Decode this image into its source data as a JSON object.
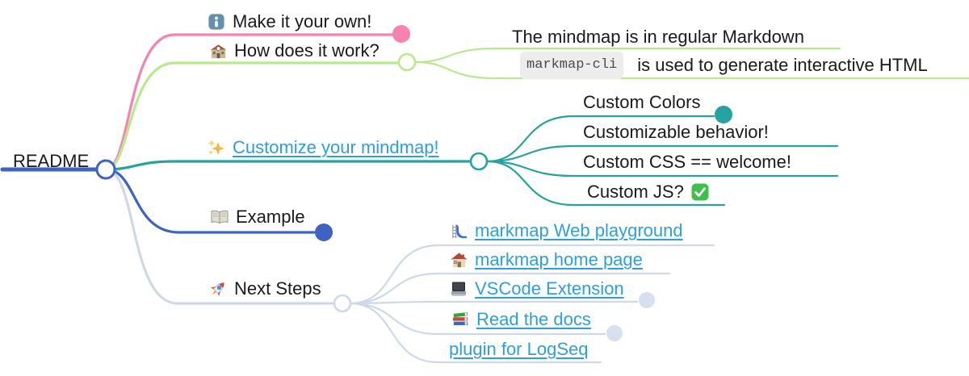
{
  "root": {
    "label": "README"
  },
  "branches": {
    "make_own": {
      "label": "Make it your own!",
      "icon": "info-icon",
      "branch_color": "#f782b0",
      "toggle": "collapsed-dot"
    },
    "how_work": {
      "label": "How does it work?",
      "icon": "school-icon",
      "branch_color": "#b8e98c",
      "toggle": "expanded-ring",
      "children": {
        "markdown": {
          "label": "The mindmap is in regular Markdown"
        },
        "cli": {
          "code": "markmap-cli",
          "text": "is used to generate interactive HTML"
        }
      }
    },
    "customize": {
      "label": "Customize your mindmap!",
      "icon": "sparkles-icon",
      "is_link": true,
      "branch_color": "#26a39f",
      "toggle": "expanded-ring",
      "children": {
        "colors": {
          "label": "Custom Colors",
          "toggle": "collapsed-dot"
        },
        "behavior": {
          "label": "Customizable behavior!"
        },
        "css": {
          "label": "Custom CSS == welcome!"
        },
        "js": {
          "label": "Custom JS?",
          "suffix_icon": "check-icon"
        }
      }
    },
    "example": {
      "label": "Example",
      "icon": "open-book-icon",
      "branch_color": "#3e63c2",
      "toggle": "collapsed-dot"
    },
    "next": {
      "label": "Next Steps",
      "icon": "rocket-icon",
      "branch_color": "#cdd9e8",
      "toggle": "expanded-ring",
      "children": {
        "playground": {
          "label": "markmap Web playground",
          "icon": "slide-icon",
          "is_link": true
        },
        "homepage": {
          "label": "markmap home page",
          "icon": "house-icon",
          "is_link": true
        },
        "vscode": {
          "label": "VSCode Extension",
          "icon": "laptop-icon",
          "is_link": true,
          "toggle": "collapsed-dot"
        },
        "docs": {
          "label": "Read the docs",
          "icon": "books-icon",
          "is_link": true,
          "toggle": "collapsed-dot"
        },
        "logseq": {
          "label": "plugin for LogSeq",
          "is_link": true
        }
      }
    }
  },
  "colors": {
    "pink": "#f782b0",
    "green": "#b8e98c",
    "teal": "#26a39f",
    "blue": "#3e63c2",
    "pale": "#cdd9e8",
    "pale_fill": "#d6e0ee",
    "link": "#2d9fdf",
    "text": "#1a1a1a",
    "code_bg": "#ededed",
    "code_text": "#4a4a4a"
  }
}
